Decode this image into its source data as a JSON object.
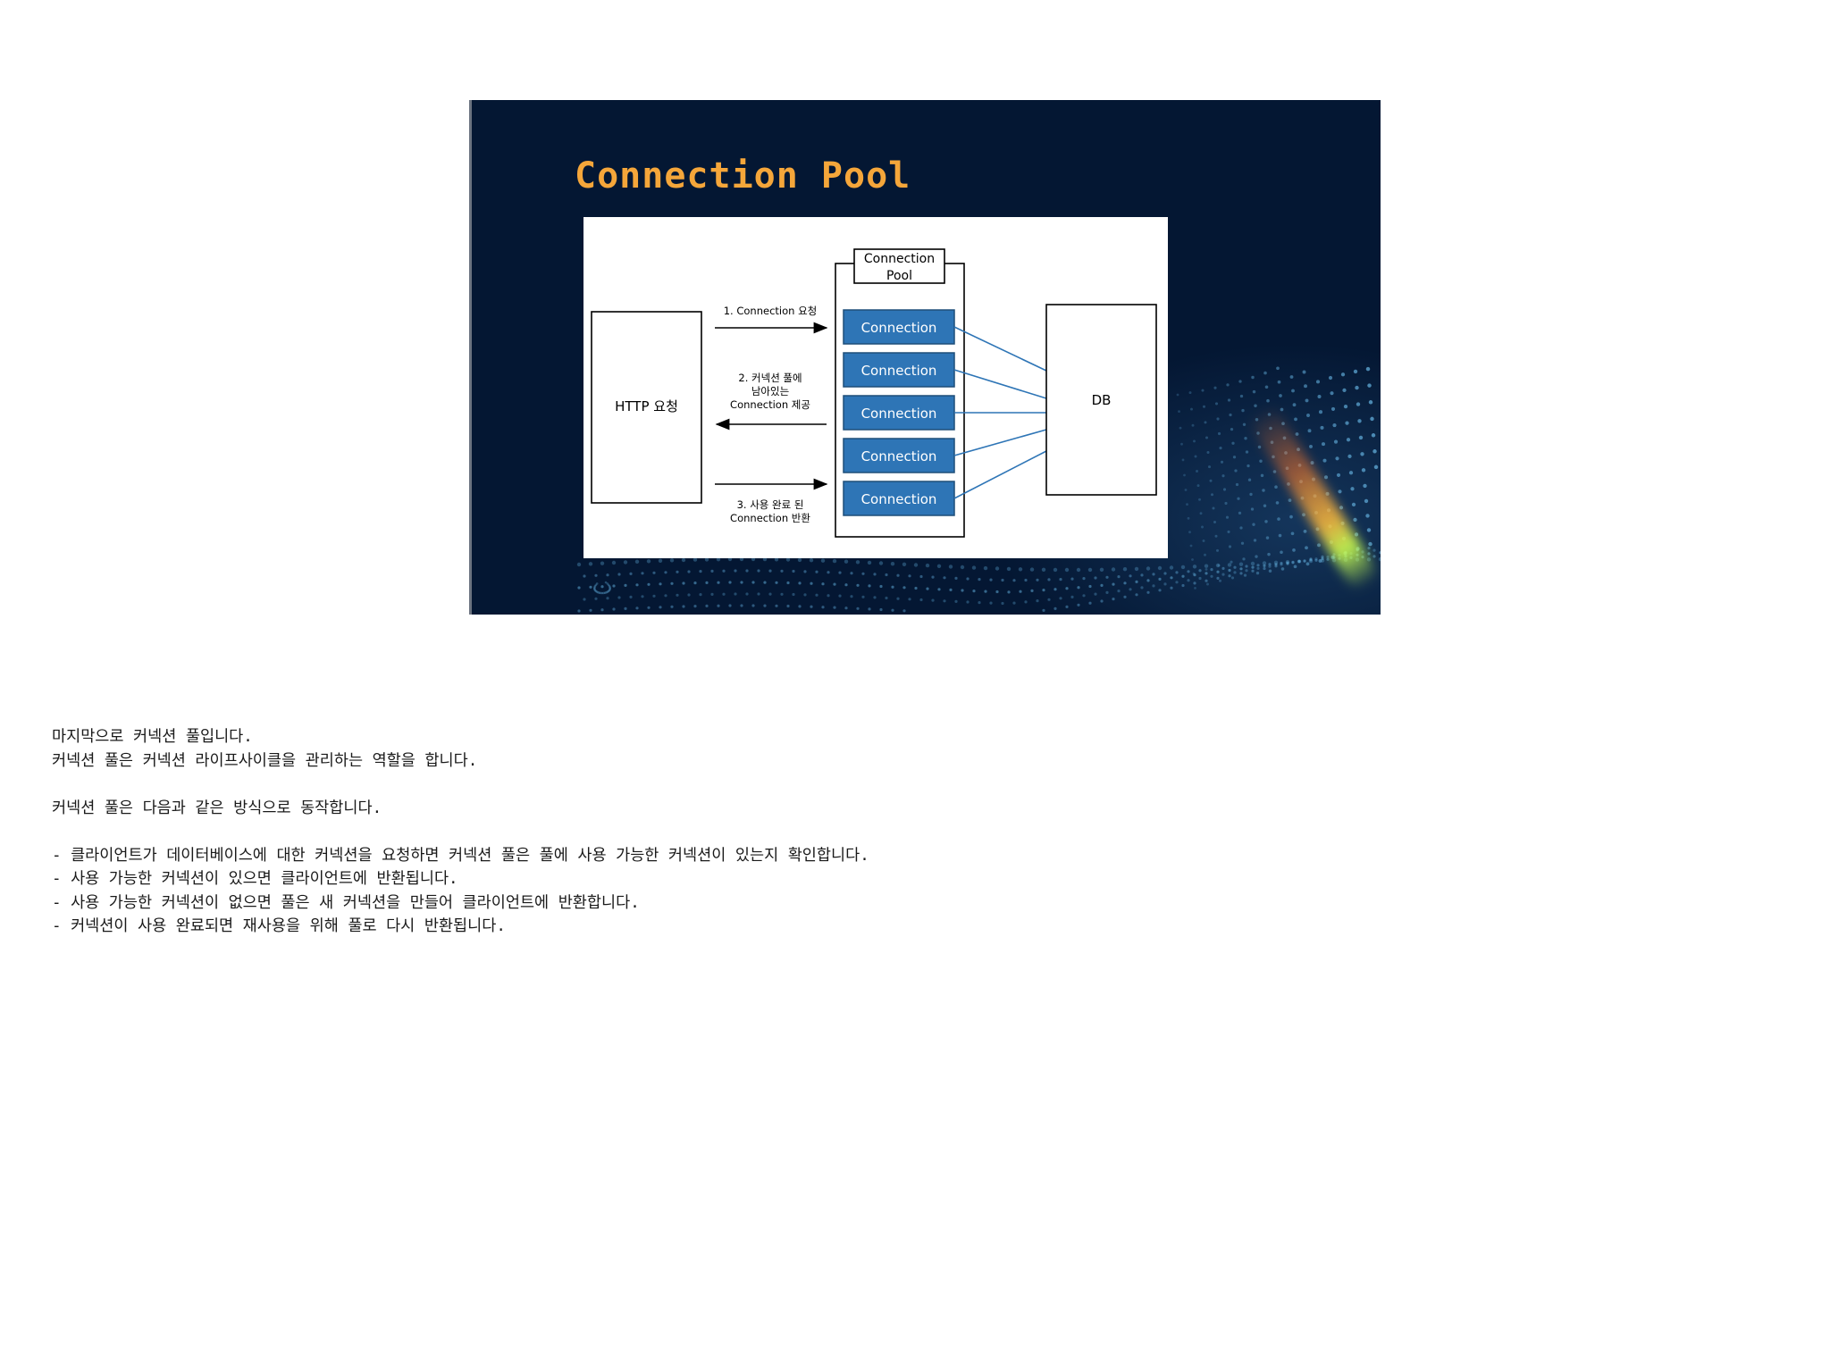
{
  "slide": {
    "title": "Connection Pool",
    "diagram": {
      "http_box_label": "HTTP 요청",
      "pool_header": [
        "Connection",
        "Pool"
      ],
      "connections": [
        "Connection",
        "Connection",
        "Connection",
        "Connection",
        "Connection"
      ],
      "db_label": "DB",
      "step1": "1. Connection 요청",
      "step2": [
        "2. 커넥션 풀에",
        "남아있는",
        "Connection 제공"
      ],
      "step3": [
        "3. 사용 완료 된",
        "Connection 반환"
      ]
    },
    "colors": {
      "background": "#041733",
      "title": "#f5a63a",
      "connection_fill": "#2e75b6",
      "connection_line": "#2e75b6"
    }
  },
  "notes": {
    "lines": [
      "마지막으로 커넥션 풀입니다.",
      "커넥션 풀은 커넥션 라이프사이클을 관리하는 역할을 합니다.",
      "",
      "커넥션 풀은 다음과 같은 방식으로 동작합니다.",
      "",
      "- 클라이언트가 데이터베이스에 대한 커넥션을 요청하면 커넥션 풀은 풀에 사용 가능한 커넥션이 있는지 확인합니다.",
      "- 사용 가능한 커넥션이 있으면 클라이언트에 반환됩니다.",
      "- 사용 가능한 커넥션이 없으면 풀은 새 커넥션을 만들어 클라이언트에 반환합니다.",
      "- 커넥션이 사용 완료되면 재사용을 위해 풀로 다시 반환됩니다."
    ]
  }
}
